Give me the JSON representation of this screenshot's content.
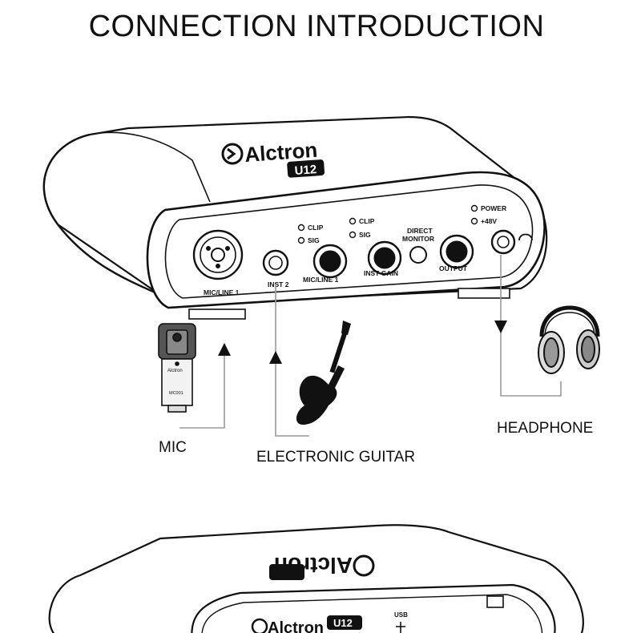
{
  "title": "CONNECTION INTRODUCTION",
  "device": {
    "brand": "Alctron",
    "model": "U12",
    "front_labels": {
      "mic_line_1": "MIC/LINE 1",
      "inst_2": "INST 2",
      "clip_1": "CLIP",
      "sig_1": "SIG",
      "clip_2": "CLIP",
      "sig_2": "SIG",
      "direct_monitor_line1": "DIRECT",
      "direct_monitor_line2": "MONITOR",
      "power": "POWER",
      "phantom": "+48V",
      "knob1_label": "MIC/LINE 1",
      "knob2_label": "INST GAIN",
      "output": "OUTPUT"
    }
  },
  "mic_body_text": {
    "brand": "Alctron",
    "model": "MC001"
  },
  "connections": {
    "mic": "MIC",
    "guitar": "ELECTRONIC GUITAR",
    "headphone": "HEADPHONE"
  },
  "rear_device": {
    "brand": "Alctron",
    "model": "U12",
    "usb": "USB"
  },
  "colors": {
    "line": "#111111",
    "connector_line": "#9a9a9a",
    "panel": "#ffffff"
  }
}
